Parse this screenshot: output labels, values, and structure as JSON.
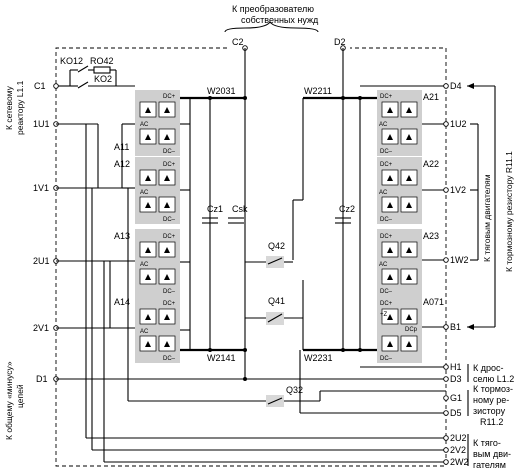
{
  "top": {
    "caption_line1": "К преобразователю",
    "caption_line2": "собственных нужд",
    "c2": "C2",
    "d2": "D2"
  },
  "left": {
    "vertical_top_1": "К сетевому",
    "vertical_top_2": "реактору L1.1",
    "vertical_bottom_1": "К общему «минусу»",
    "vertical_bottom_2": "цепей",
    "terminals": [
      "C1",
      "1U1",
      "1V1",
      "2U1",
      "2V1",
      "D1"
    ]
  },
  "breakers": {
    "ko12": "KO12",
    "ro42": "RO42",
    "ko2": "KO2"
  },
  "modules_left": [
    "A11",
    "A12",
    "A13",
    "A14"
  ],
  "modules_right": [
    "A21",
    "A22",
    "A23",
    "A071"
  ],
  "module_pins": {
    "dcp": "DC+",
    "dcm": "DC–",
    "ac": "AC",
    "dcp_alt": "DCp",
    "plus_z": "+Z"
  },
  "buses": {
    "w2031": "W2031",
    "w2211": "W2211",
    "w2141": "W2141",
    "w2231": "W2231"
  },
  "caps": {
    "cz1": "Cz1",
    "csk": "Csk",
    "cz2": "Cz2"
  },
  "switches": {
    "q42": "Q42",
    "q41": "Q41",
    "q32": "Q32"
  },
  "right": {
    "terminals": [
      "D4",
      "1U2",
      "1V2",
      "1W2",
      "B1",
      "H1",
      "D3",
      "G1",
      "D5",
      "2U2",
      "2V2",
      "2W2"
    ],
    "vertical_motors": "К тяговым двигателям",
    "vertical_brake": "К тормозному резистору R11.1",
    "droselu_1": "К дрос-",
    "droselu_2": "селю L1.2",
    "brake_1": "К тормоз-",
    "brake_2": "ному ре-",
    "brake_3": "зистору",
    "brake_4": "R11.2",
    "tyag_1": "К тяго-",
    "tyag_2": "вым дви-",
    "tyag_3": "гателям"
  }
}
